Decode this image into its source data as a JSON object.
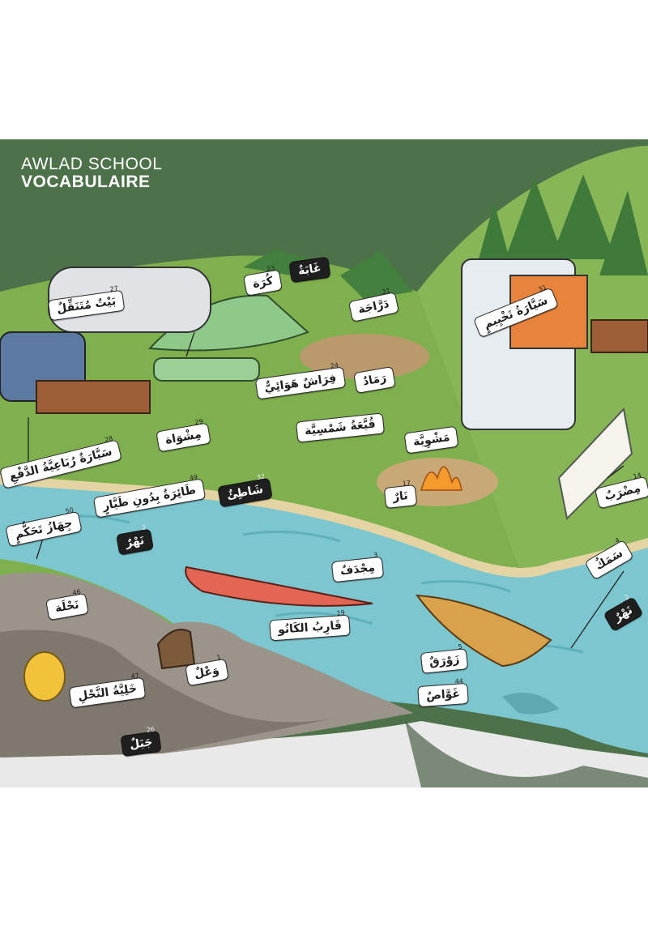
{
  "brand": {
    "line1": "AWLAD SCHOOL",
    "line2": "VOCABULAIRE"
  },
  "colors": {
    "backdrop": "#4d7249",
    "grass": "#7fb04e",
    "river": "#7cc6cf",
    "rock": "#9b948a",
    "label_light": "#ffffff",
    "label_dark": "#1f1f1f"
  },
  "labels": [
    {
      "id": "house-on-wheels",
      "text": "بَيْتٌ مُتَنَقِّلٌ",
      "num": "27",
      "style": "light"
    },
    {
      "id": "ball",
      "text": "كُرَة",
      "num": "23",
      "style": "light"
    },
    {
      "id": "forest",
      "text": "غَابَةٌ",
      "num": "",
      "style": "dark"
    },
    {
      "id": "bicycle",
      "text": "دَرَّاجَة",
      "num": "21",
      "style": "light"
    },
    {
      "id": "ash",
      "text": "رَمَادٌ",
      "num": "",
      "style": "light"
    },
    {
      "id": "air-mattress",
      "text": "فِرَاشٌ هَوَائِيٌّ",
      "num": "24",
      "style": "light"
    },
    {
      "id": "camping-car",
      "text": "سَيَّارَةُ تَخْيِيمٍ",
      "num": "31",
      "style": "light"
    },
    {
      "id": "suv",
      "text": "سَيَّارَةٌ رُبَاعِيَّةُ الدَّفْعِ",
      "num": "28",
      "style": "light"
    },
    {
      "id": "grill",
      "text": "مِشْوَاة",
      "num": "29",
      "style": "light"
    },
    {
      "id": "sun-hat",
      "text": "قُبَّعَةُ شَمْسِيَّة",
      "num": "",
      "style": "light"
    },
    {
      "id": "skewer",
      "text": "مَشْوِيَّة",
      "num": "",
      "style": "light"
    },
    {
      "id": "drone",
      "text": "طَائِرَةٌ بِدُونِ طَيَّارٍ",
      "num": "49",
      "style": "light"
    },
    {
      "id": "beach",
      "text": "شَاطِئٌ",
      "num": "32",
      "style": "dark"
    },
    {
      "id": "fire",
      "text": "نَارٌ",
      "num": "17",
      "style": "light"
    },
    {
      "id": "racket",
      "text": "مِضْرَبٌ",
      "num": "14",
      "style": "light"
    },
    {
      "id": "remote",
      "text": "جِهَازُ تَحَكُّمٍ",
      "num": "50",
      "style": "light"
    },
    {
      "id": "river-left",
      "text": "نَهْرٌ",
      "num": "2",
      "style": "dark"
    },
    {
      "id": "paddle",
      "text": "مِجْدَفٌ",
      "num": "3",
      "style": "light"
    },
    {
      "id": "fish",
      "text": "سَمَكٌ",
      "num": "4",
      "style": "light"
    },
    {
      "id": "river-right",
      "text": "نَهْرٌ",
      "num": "2",
      "style": "dark"
    },
    {
      "id": "bee",
      "text": "نَحْلَة",
      "num": "46",
      "style": "light"
    },
    {
      "id": "canoe",
      "text": "قَارِبُ الكَانُو",
      "num": "19",
      "style": "light"
    },
    {
      "id": "ibex",
      "text": "وَعْلٌ",
      "num": "1",
      "style": "light"
    },
    {
      "id": "boat",
      "text": "زَوْرَقٌ",
      "num": "5",
      "style": "light"
    },
    {
      "id": "beehive",
      "text": "خَلِيَّةُ النَّحْلِ",
      "num": "47",
      "style": "light"
    },
    {
      "id": "diver",
      "text": "غَوَّاصٌ",
      "num": "44",
      "style": "light"
    },
    {
      "id": "mountain",
      "text": "جَبَلٌ",
      "num": "26",
      "style": "dark"
    }
  ]
}
